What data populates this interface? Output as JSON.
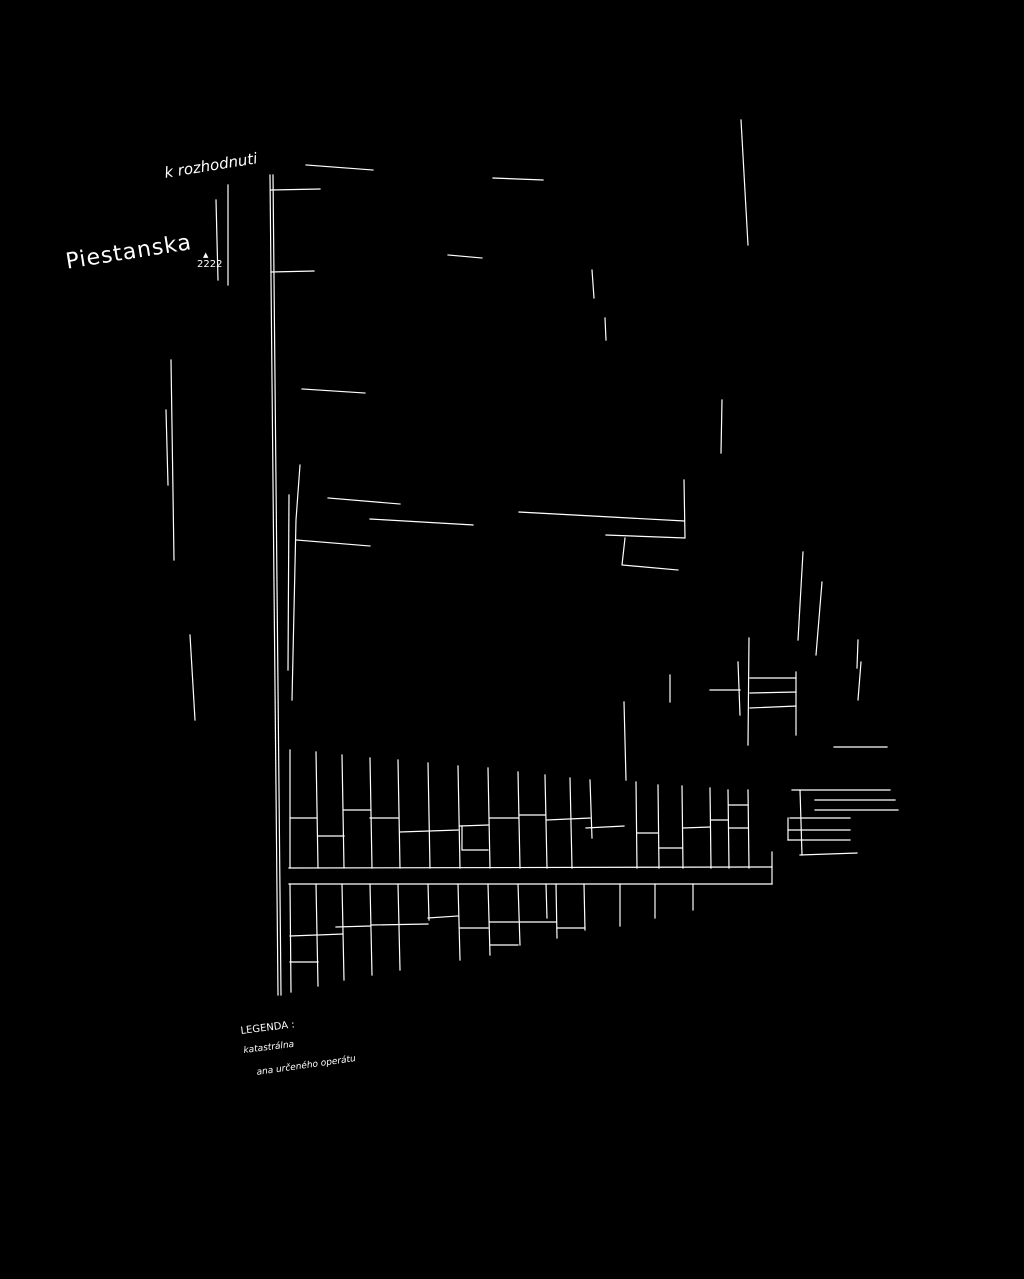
{
  "map": {
    "title": "k rozhodnuti",
    "street": "Piestanska",
    "parcel_number": "2222",
    "parcel_marker": "▲",
    "line_color": "#ffffff",
    "background_color": "#000000"
  },
  "legend": {
    "title": "LEGENDA :",
    "items": [
      "katastrálna",
      "ana určeného operátu"
    ]
  }
}
